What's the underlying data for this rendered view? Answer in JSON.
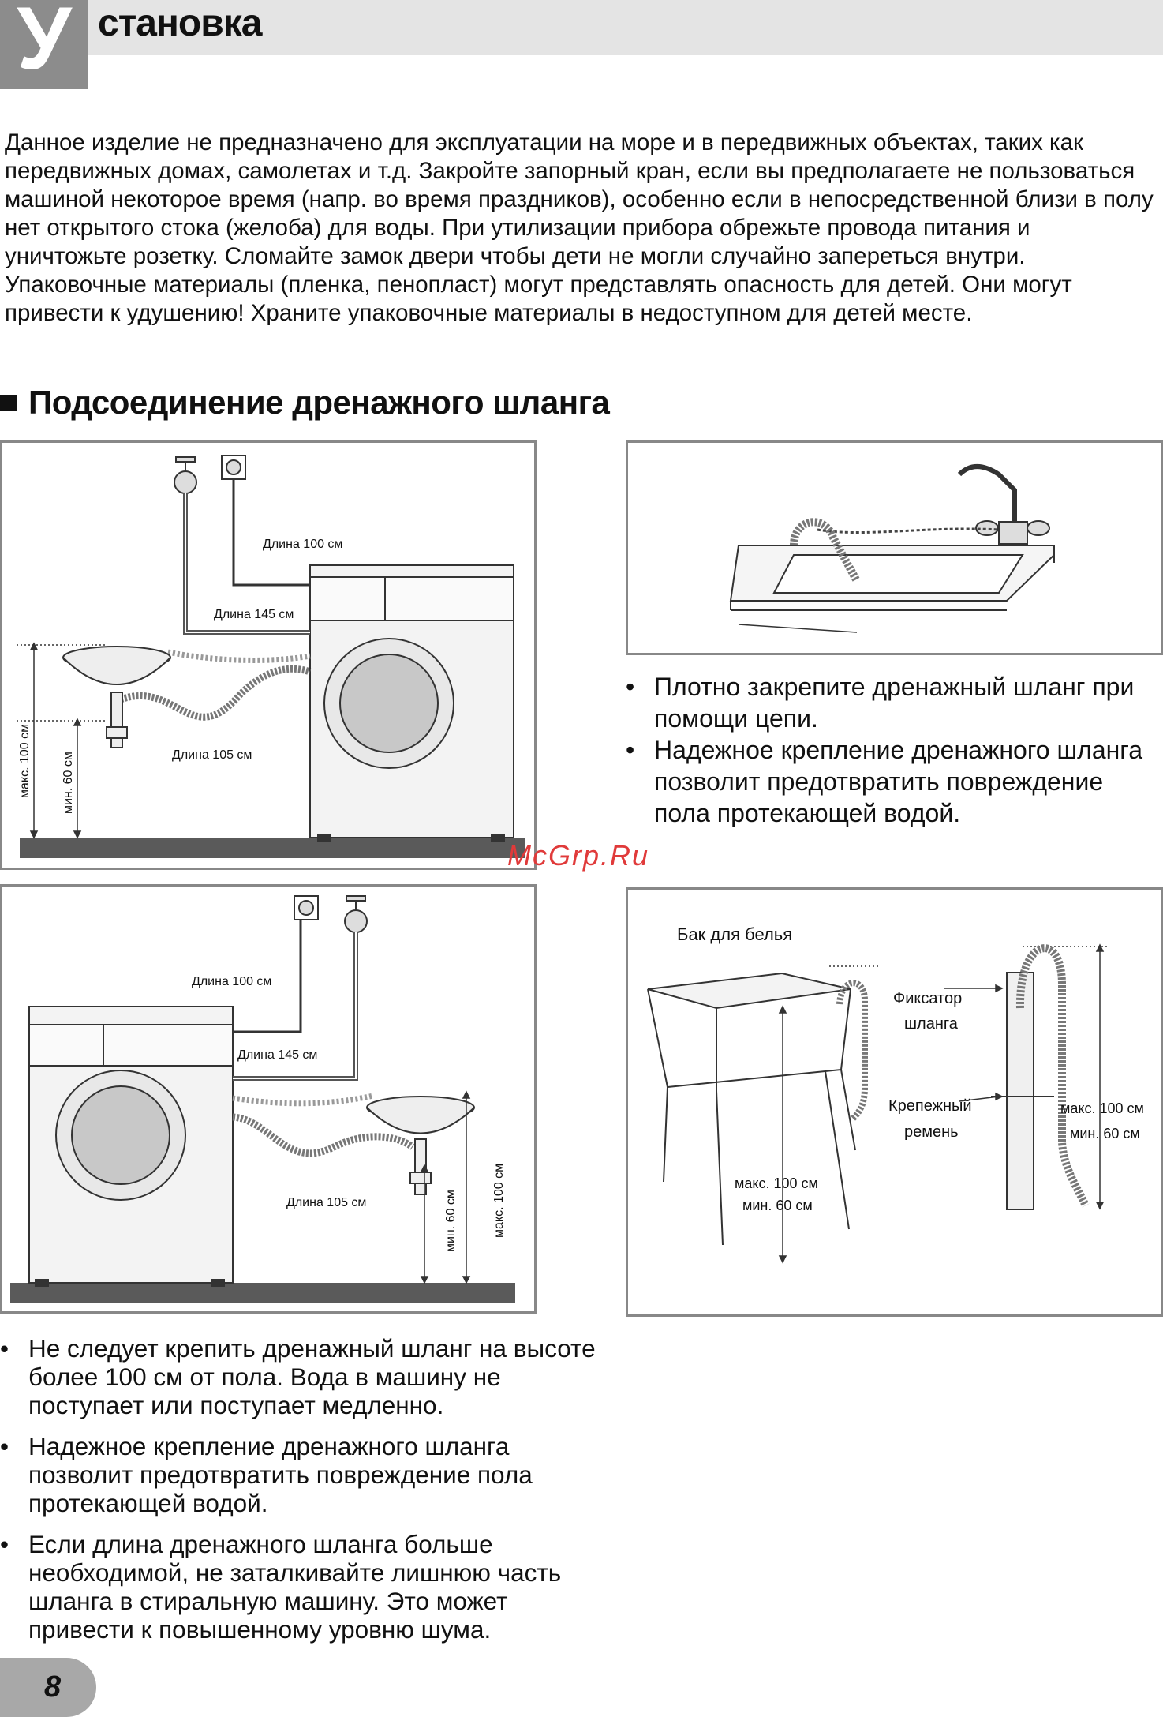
{
  "header": {
    "letter": "У",
    "title": "становка"
  },
  "intro": [
    "Данное изделие не предназначено для эксплуатации на море и в передвижных объектах, таких как передвижных домах, самолетах и т.д. Закройте запорный кран, если вы предполагаете не пользоваться машиной некоторое время (напр. во время праздников), особенно если в непосредственной близи в полу нет открытого стока (желоба) для воды. При утилизации прибора обрежьте провода питания и уничтожьте розетку. Сломайте замок двери чтобы дети не могли случайно запереться внутри.",
    "Упаковочные материалы (пленка, пенопласт) могут представлять опасность для детей. Они могут привести к удушению! Храните упаковочные материалы в недоступном для детей месте."
  ],
  "section_title": "Подсоединение дренажного шланга",
  "fig1": {
    "len100": "Длина 100 см",
    "len145": "Длина 145 см",
    "len105": "Длина 105 см",
    "max100": "макс. 100 см",
    "min60": "мин. 60 см"
  },
  "fig3": {
    "len100": "Длина 100 см",
    "len145": "Длина 145 см",
    "len105": "Длина 105 см",
    "max100": "макс. 100 см",
    "min60": "мин. 60 см"
  },
  "fig4": {
    "tank": "Бак для белья",
    "fixator_1": "Фиксатор",
    "fixator_2": "шланга",
    "strap_1": "Крепежный",
    "strap_2": "ремень",
    "max100_a": "макс. 100 см",
    "min60_a": "мин. 60 см",
    "max100_b": "макс. 100 см",
    "min60_b": "мин. 60 см"
  },
  "bullets_right": [
    "Плотно закрепите дренажный шланг при помощи цепи.",
    "Надежное крепление дренажного шланга позволит предотвратить повреждение пола протекающей водой."
  ],
  "bullets_left": [
    "Не следует крепить дренажный шланг на высоте более 100 см от пола. Вода в машину не поступает или поступает медленно.",
    "Надежное крепление дренажного шланга позволит предотвратить повреждение пола протекающей водой.",
    "Если длина дренажного шланга больше необходимой, не заталкивайте лишнюю часть шланга в стиральную машину. Это может привести к повышенному уровню шума."
  ],
  "watermark": "McGrp.Ru",
  "page_number": "8",
  "bullet_glyph": "•"
}
